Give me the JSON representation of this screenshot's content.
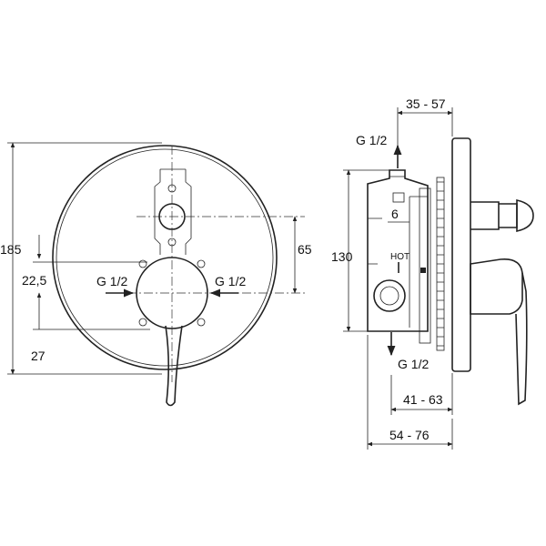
{
  "front_view": {
    "dim_overall_height": "185",
    "dim_spacing_upper": "65",
    "dim_offset_upper": "22,5",
    "dim_offset_lower": "27",
    "inlet_left_label": "G 1/2",
    "inlet_right_label": "G 1/2"
  },
  "side_view": {
    "dim_depth_top": "35 - 57",
    "dim_depth_middle": "41 - 63",
    "dim_depth_bottom": "54 - 76",
    "dim_body_height": "130",
    "dim_small": "6",
    "hot_label": "HOT",
    "outlet_top_label": "G 1/2",
    "outlet_bottom_label": "G 1/2"
  }
}
